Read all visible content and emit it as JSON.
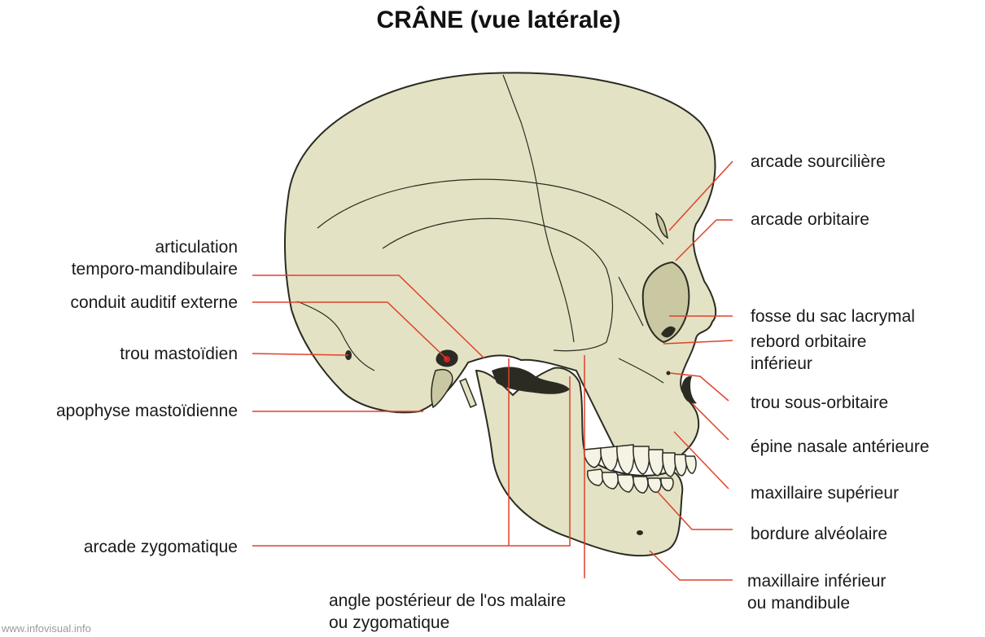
{
  "title": "CRÂNE (vue latérale)",
  "watermark": "www.infovisual.info",
  "colors": {
    "bone": "#e3e2c4",
    "bone_shadow": "#c9c8a2",
    "outline": "#2b2b22",
    "leader": "#e0412b"
  },
  "labels": {
    "articulation": [
      "articulation",
      "temporo-mandibulaire"
    ],
    "conduit": "conduit auditif externe",
    "trou_mastoidien": "trou mastoïdien",
    "apophyse": "apophyse mastoïdienne",
    "arcade_zygomatique": "arcade zygomatique",
    "angle_posterieur": [
      "angle postérieur de l'os malaire",
      "ou zygomatique"
    ],
    "arcade_sourciliere": "arcade sourcilière",
    "arcade_orbitaire": "arcade orbitaire",
    "fosse_lacrymal": "fosse du sac lacrymal",
    "rebord_orbitaire": [
      "rebord orbitaire",
      "inférieur"
    ],
    "trou_sous_orbitaire": "trou sous-orbitaire",
    "epine_nasale": "épine nasale antérieure",
    "maxillaire_superieur": "maxillaire supérieur",
    "bordure_alveolaire": "bordure alvéolaire",
    "maxillaire_inferieur": [
      "maxillaire inférieur",
      "ou mandibule"
    ]
  }
}
